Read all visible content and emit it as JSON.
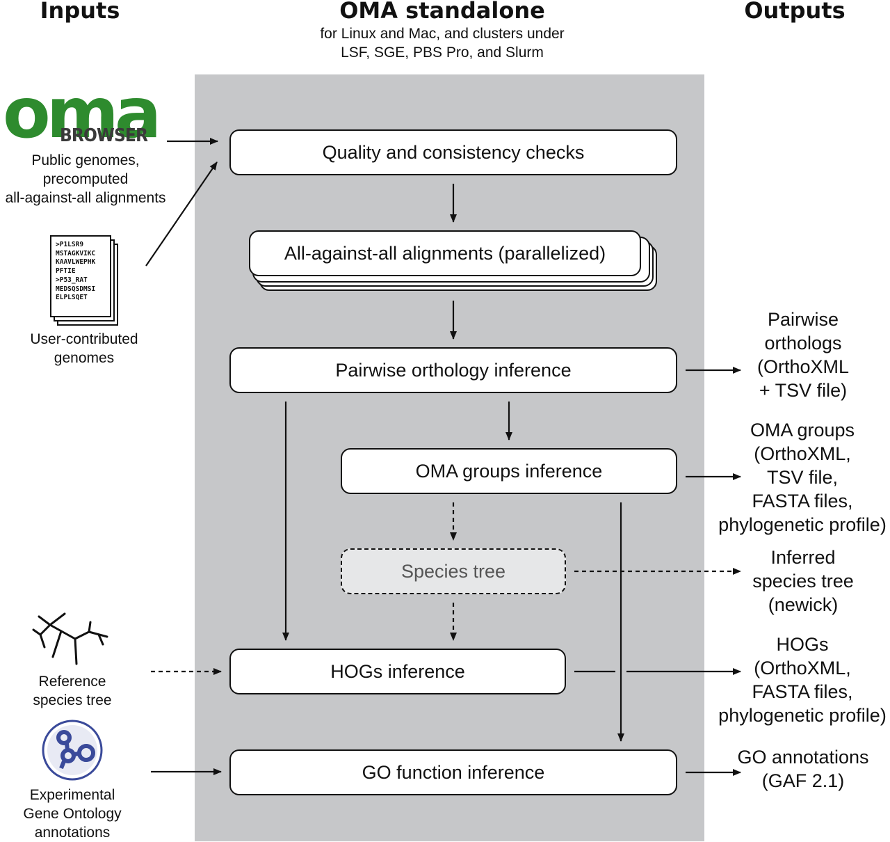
{
  "headers": {
    "inputs": "Inputs",
    "standalone": "OMA standalone",
    "standalone_sub_1": "for Linux and Mac, and clusters under",
    "standalone_sub_2": "LSF, SGE, PBS Pro, and Slurm",
    "outputs": "Outputs"
  },
  "inputs": {
    "oma_browser": {
      "logo_word": "oma",
      "logo_sub": "BROWSER",
      "label_1": "Public genomes,",
      "label_2": "precomputed",
      "label_3": "all-against-all alignments"
    },
    "user_genomes": {
      "fasta_lines": ">P1LSR9\nMSTAGKVIKC\nKAAVLWEPHK\nPFTIE\n>P53_RAT\nMEDSQSDMSI\nELPLSQET",
      "label_1": "User-contributed",
      "label_2": "genomes"
    },
    "reference_tree": {
      "label_1": "Reference",
      "label_2": "species tree"
    },
    "go_annotations": {
      "label_1": "Experimental",
      "label_2": "Gene Ontology",
      "label_3": "annotations"
    }
  },
  "steps": {
    "quality": "Quality and consistency checks",
    "alignments": "All-against-all alignments (parallelized)",
    "pairwise": "Pairwise orthology inference",
    "oma_groups": "OMA groups inference",
    "species_tree": "Species tree",
    "hogs": "HOGs inference",
    "go_function": "GO function inference"
  },
  "outputs": {
    "pairwise": [
      "Pairwise",
      "orthologs",
      "(OrthoXML",
      "+ TSV file)"
    ],
    "oma_groups": [
      "OMA groups",
      "(OrthoXML,",
      "TSV file,",
      "FASTA files,",
      "phylogenetic profile)"
    ],
    "species_tree": [
      "Inferred",
      "species tree",
      "(newick)"
    ],
    "hogs": [
      "HOGs",
      "(OrthoXML,",
      "FASTA files,",
      "phylogenetic profile)"
    ],
    "go": [
      "GO annotations",
      "(GAF 2.1)"
    ]
  },
  "colors": {
    "panel": "#c6c7c9",
    "oma_green": "#2e8b2e",
    "go_blue": "#3a4a9a",
    "species_tree_fill": "#e6e7e8"
  }
}
